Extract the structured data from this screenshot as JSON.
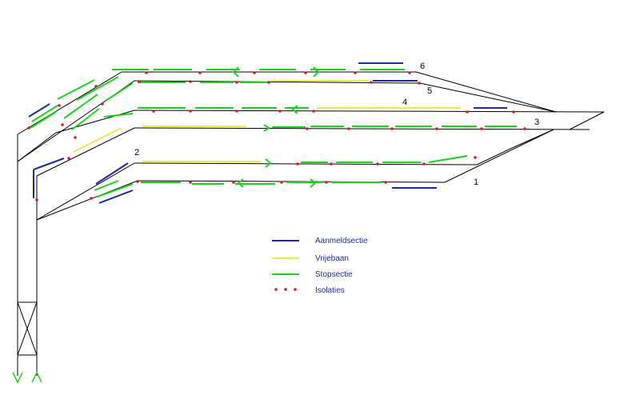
{
  "track_numbers": [
    "1",
    "2",
    "3",
    "4",
    "5",
    "6"
  ],
  "legend": [
    {
      "key": "aanmeld",
      "label": "Aanmeldsectie",
      "color": "#1a2aa0",
      "style": "line"
    },
    {
      "key": "vrij",
      "label": "Vrijebaan",
      "color": "#f2e84a",
      "style": "line"
    },
    {
      "key": "stop",
      "label": "Stopsectie",
      "color": "#19d419",
      "style": "line"
    },
    {
      "key": "iso",
      "label": "Isolaties",
      "color": "#d81b1b",
      "style": "dots"
    }
  ]
}
